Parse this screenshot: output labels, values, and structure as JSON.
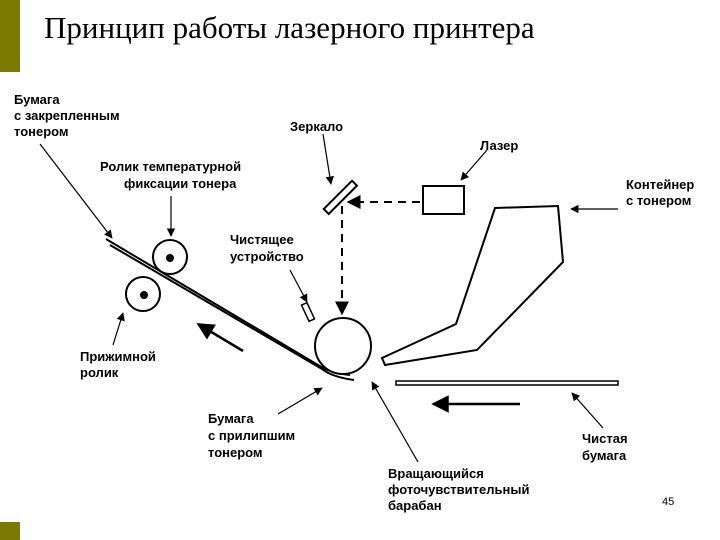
{
  "slide": {
    "title": "Принцип работы лазерного принтера",
    "page_number": "45",
    "accent_color": "#7a7a00"
  },
  "labels": {
    "paper_fixed": [
      "Бумага",
      "с закрепленным",
      "тонером"
    ],
    "mirror": [
      "Зеркало"
    ],
    "laser": [
      "Лазер"
    ],
    "fuser_roller": [
      "Ролик температурной",
      "фиксации тонера"
    ],
    "container": [
      "Контейнер",
      "с тонером"
    ],
    "cleaner": [
      "Чистящее",
      "устройство"
    ],
    "pressure_roller": [
      "Прижимной",
      "ролик"
    ],
    "paper_stuck": [
      "Бумага",
      "с прилипшим",
      "тонером"
    ],
    "clean_paper": [
      "Чистая",
      "бумага"
    ],
    "drum": [
      "Вращающийся",
      "фоточувствительный",
      "барабан"
    ]
  }
}
